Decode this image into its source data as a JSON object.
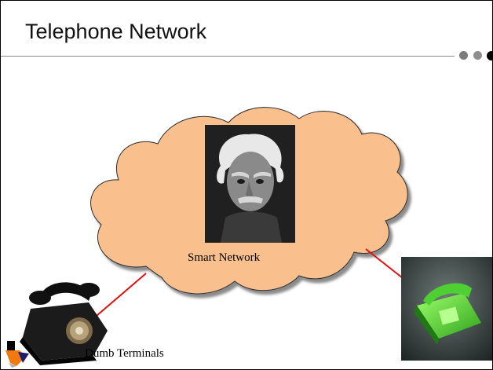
{
  "slide": {
    "title": "Telephone Network"
  },
  "diagram": {
    "cloud_label": "Smart Network",
    "terminals_label": "Dumb Terminals"
  },
  "colors": {
    "cloud_fill": "#f9c08e",
    "cloud_outline": "#2a2a2a",
    "link_line": "#e01010",
    "title_rule": "#8a8a8a"
  },
  "icons": [
    "einstein-portrait",
    "black-rotary-telephone",
    "green-push-button-telephone",
    "institution-logo"
  ]
}
